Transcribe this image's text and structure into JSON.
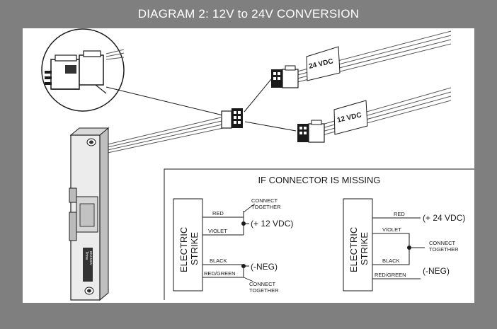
{
  "title": "DIAGRAM 2: 12V to 24V CONVERSION",
  "connectors": {
    "tag_24": "24 VDC",
    "tag_12": "12 VDC"
  },
  "strike_marking": {
    "line1": "Trine",
    "line2": "EN4 MKV"
  },
  "inset": {
    "heading": "IF CONNECTOR IS MISSING",
    "left": {
      "box_line1": "ELECTRIC",
      "box_line2": "STRIKE",
      "red": "RED",
      "violet": "VIOLET",
      "black": "BLACK",
      "red_green": "RED/GREEN",
      "connect_top_1": "CONNECT",
      "connect_top_2": "TOGETHER",
      "connect_bottom_1": "CONNECT",
      "connect_bottom_2": "TOGETHER",
      "pos": "(+ 12 VDC)",
      "neg": "(-NEG)"
    },
    "right": {
      "box_line1": "ELECTRIC",
      "box_line2": "STRIKE",
      "red": "RED",
      "violet": "VIOLET",
      "black": "BLACK",
      "red_green": "RED/GREEN",
      "connect_1": "CONNECT",
      "connect_2": "TOGETHER",
      "pos": "(+ 24 VDC)",
      "neg": "(-NEG)"
    }
  },
  "colors": {
    "frame": "#7f7f7f",
    "panel": "#ffffff",
    "ink": "#1a1a1a"
  }
}
